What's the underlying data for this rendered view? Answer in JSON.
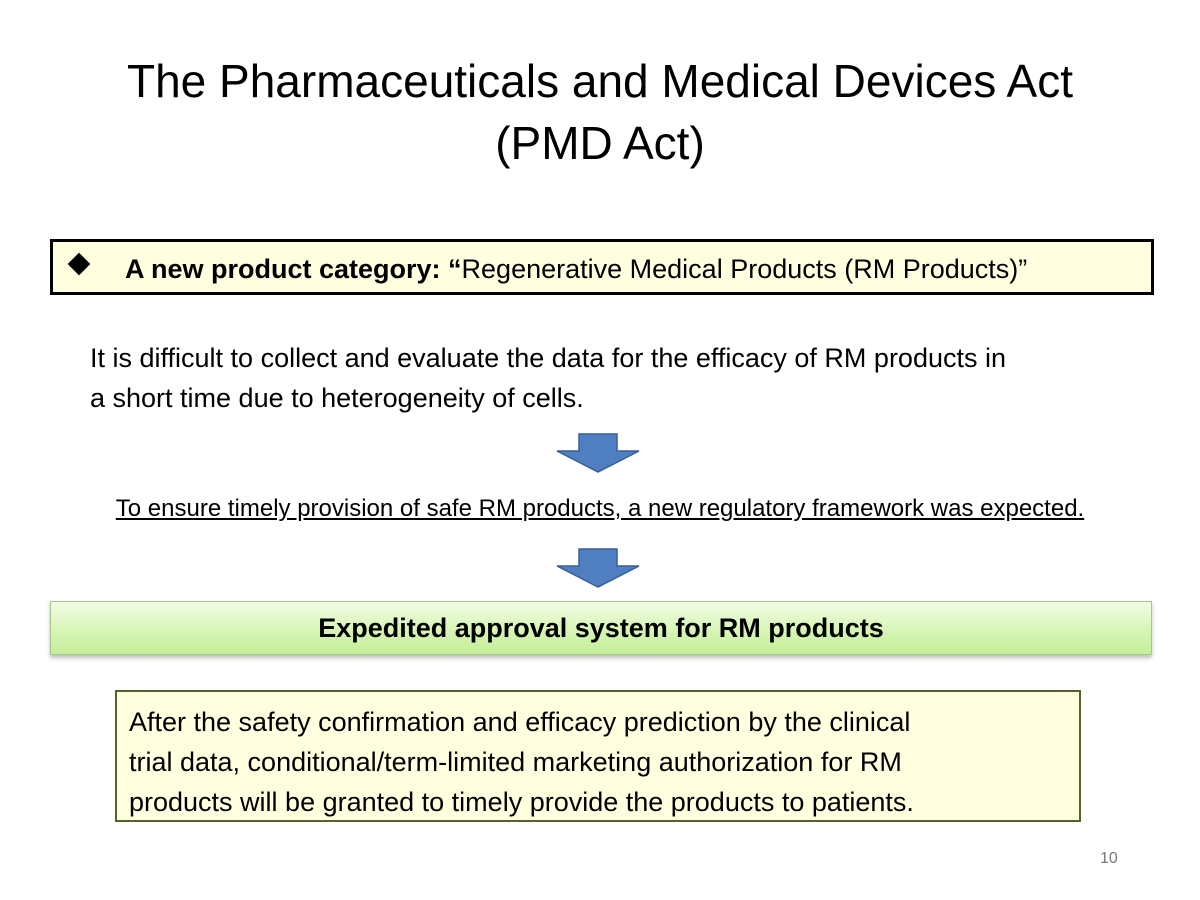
{
  "title": {
    "line1": "The Pharmaceuticals and Medical Devices Act",
    "line2": "(PMD Act)"
  },
  "category": {
    "bullet_icon": "diamond-bullet-icon",
    "label_bold": "A new product category: “",
    "label_rest": "Regenerative Medical Products (RM Products)”"
  },
  "paragraph": {
    "line1": "It is difficult to collect and evaluate the data for the efficacy of RM products in",
    "line2": "a short time due to heterogeneity of cells."
  },
  "expectation": "To ensure timely provision of safe RM products, a new regulatory framework was expected.",
  "expedited_box": {
    "label": "Expedited approval system for RM products"
  },
  "authorization_box": {
    "line1": "After the safety confirmation and efficacy prediction by the clinical",
    "line2": "trial data, conditional/term-limited marketing authorization for RM",
    "line3": "products will be granted to timely provide the products to patients."
  },
  "page_number": "10",
  "colors": {
    "arrow_fill": "#4f7fc0",
    "arrow_stroke": "#3a5f95",
    "category_box_bg": "#ffffe0",
    "green_box_bg": "#d7f5b6",
    "auth_box_border": "#56612e"
  }
}
